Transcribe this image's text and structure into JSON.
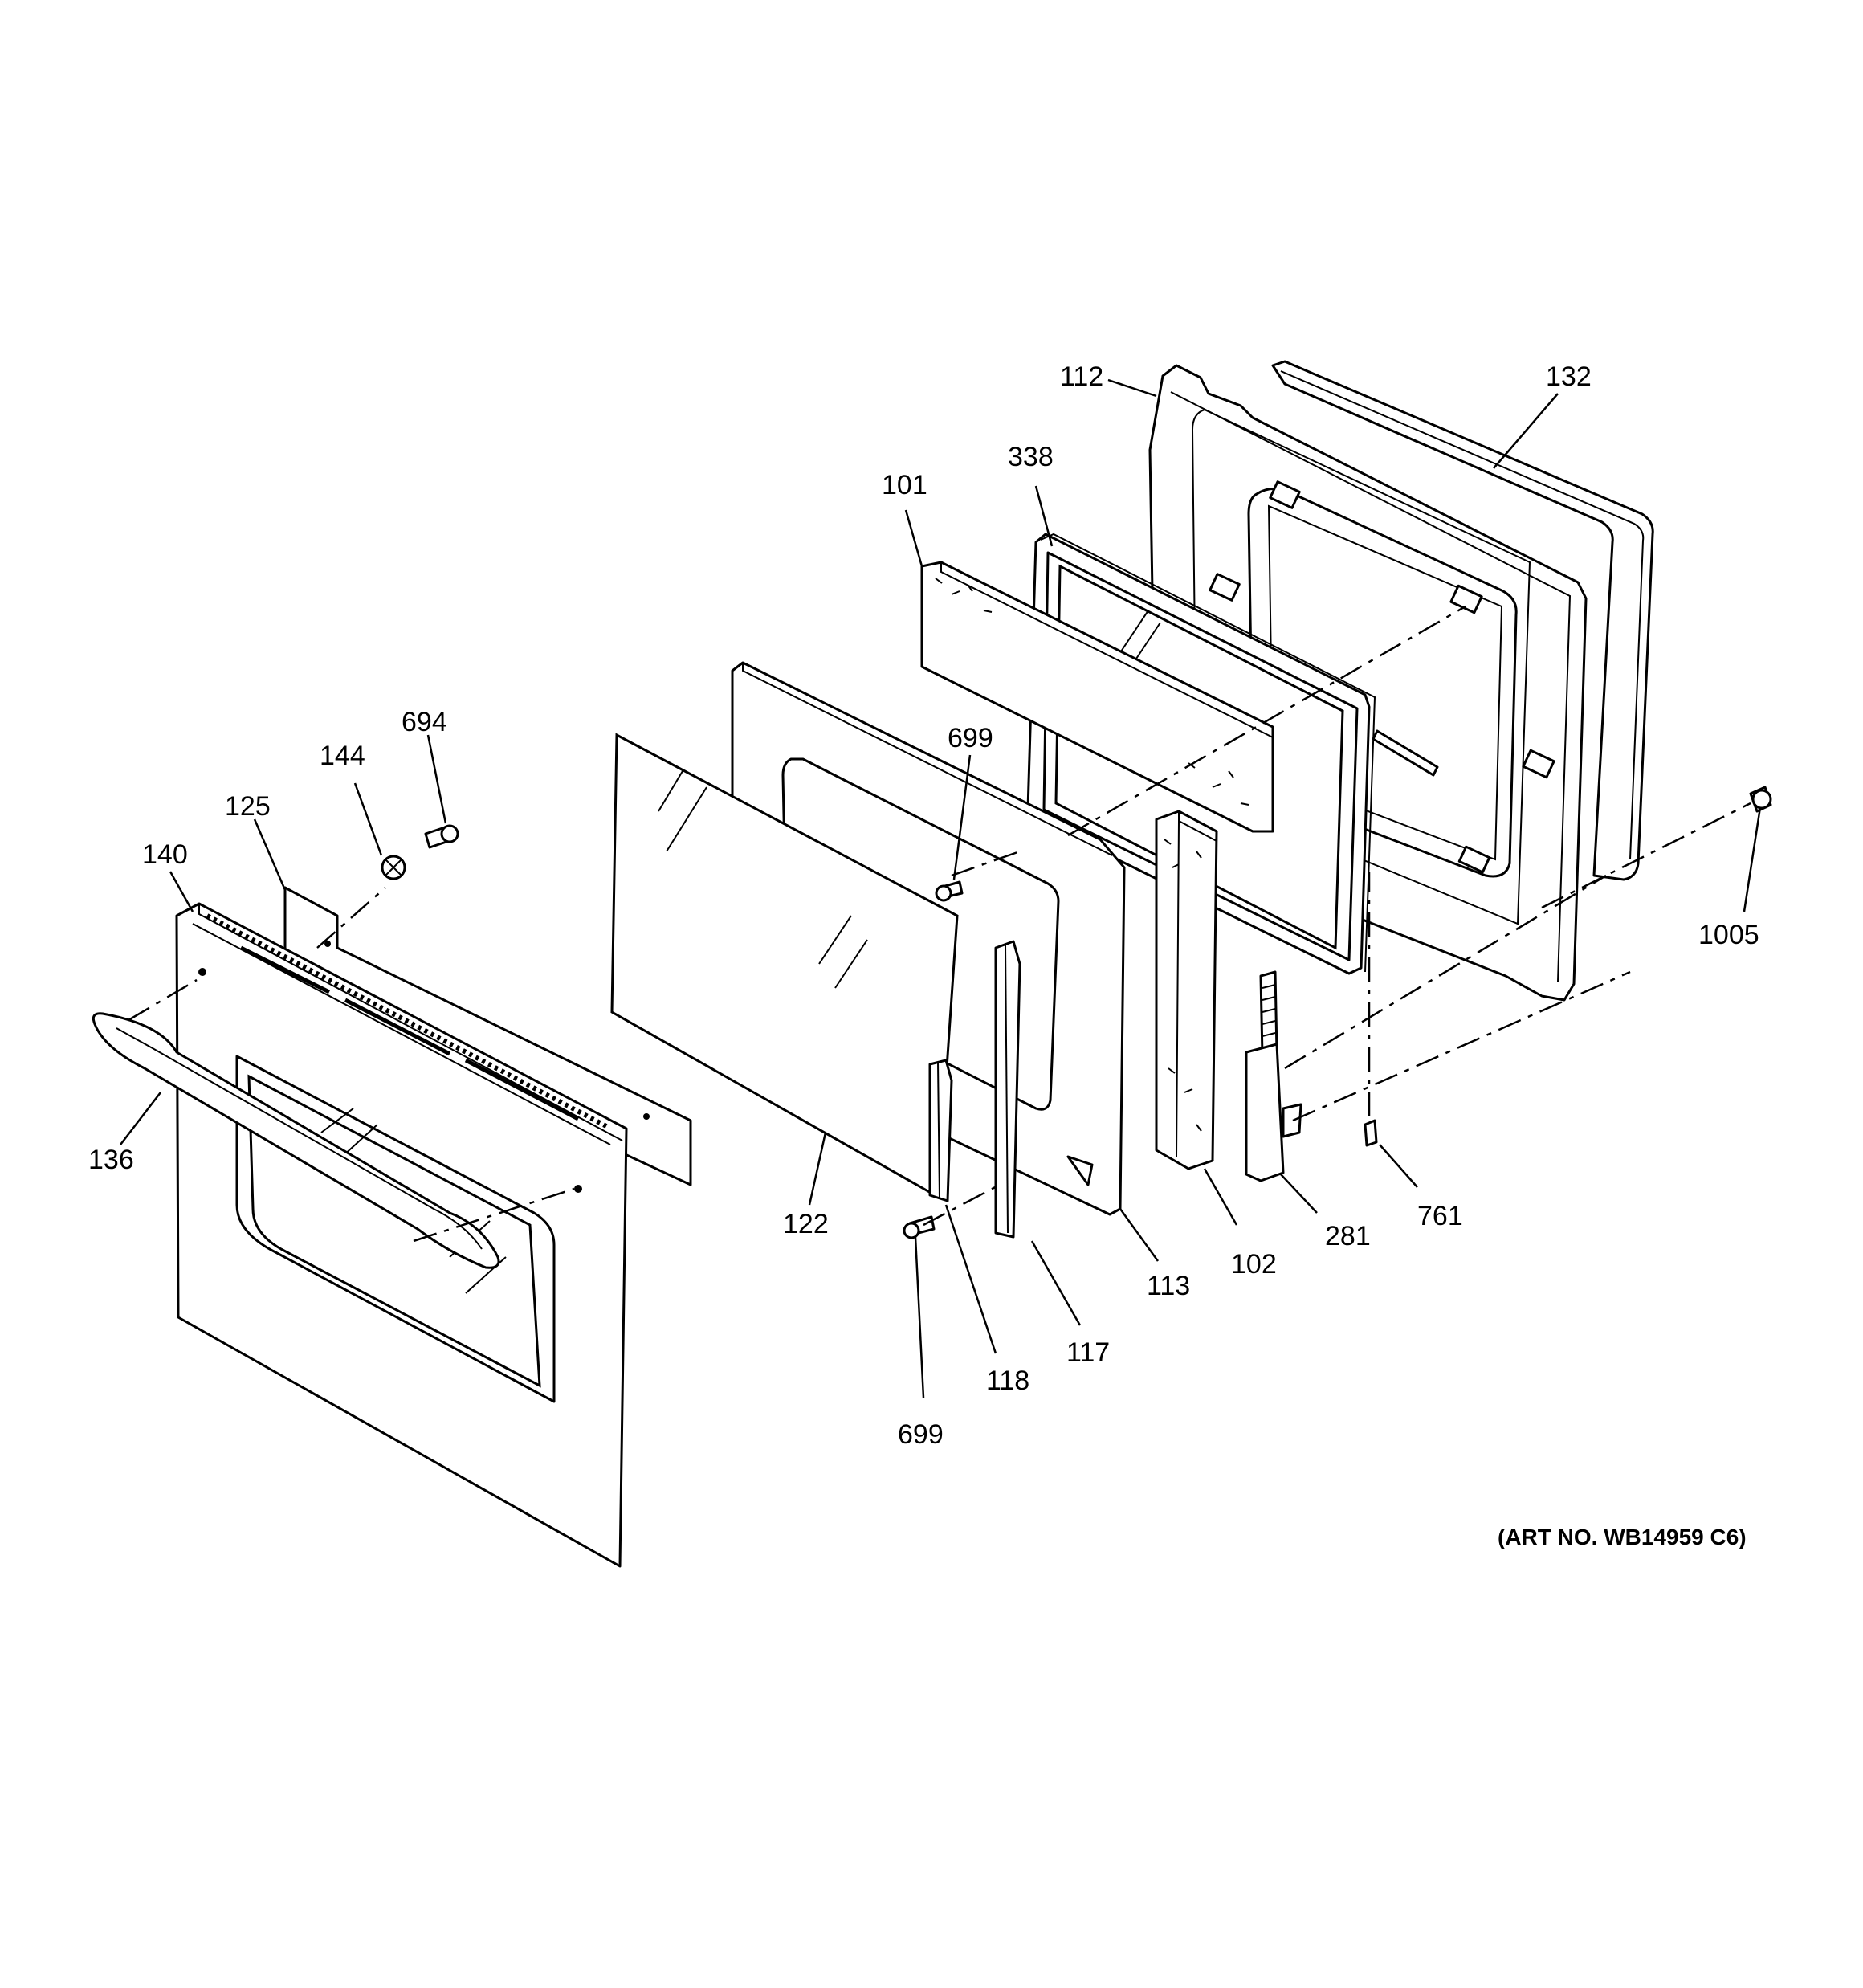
{
  "diagram": {
    "part_labels": {
      "p112": "112",
      "p132": "132",
      "p338": "338",
      "p101": "101",
      "p694": "694",
      "p144": "144",
      "p125": "125",
      "p140": "140",
      "p699a": "699",
      "p1005": "1005",
      "p136": "136",
      "p122": "122",
      "p113": "113",
      "p102": "102",
      "p281": "281",
      "p761": "761",
      "p118": "118",
      "p117": "117",
      "p699b": "699"
    },
    "art_number": "(ART NO. WB14959 C6)"
  }
}
